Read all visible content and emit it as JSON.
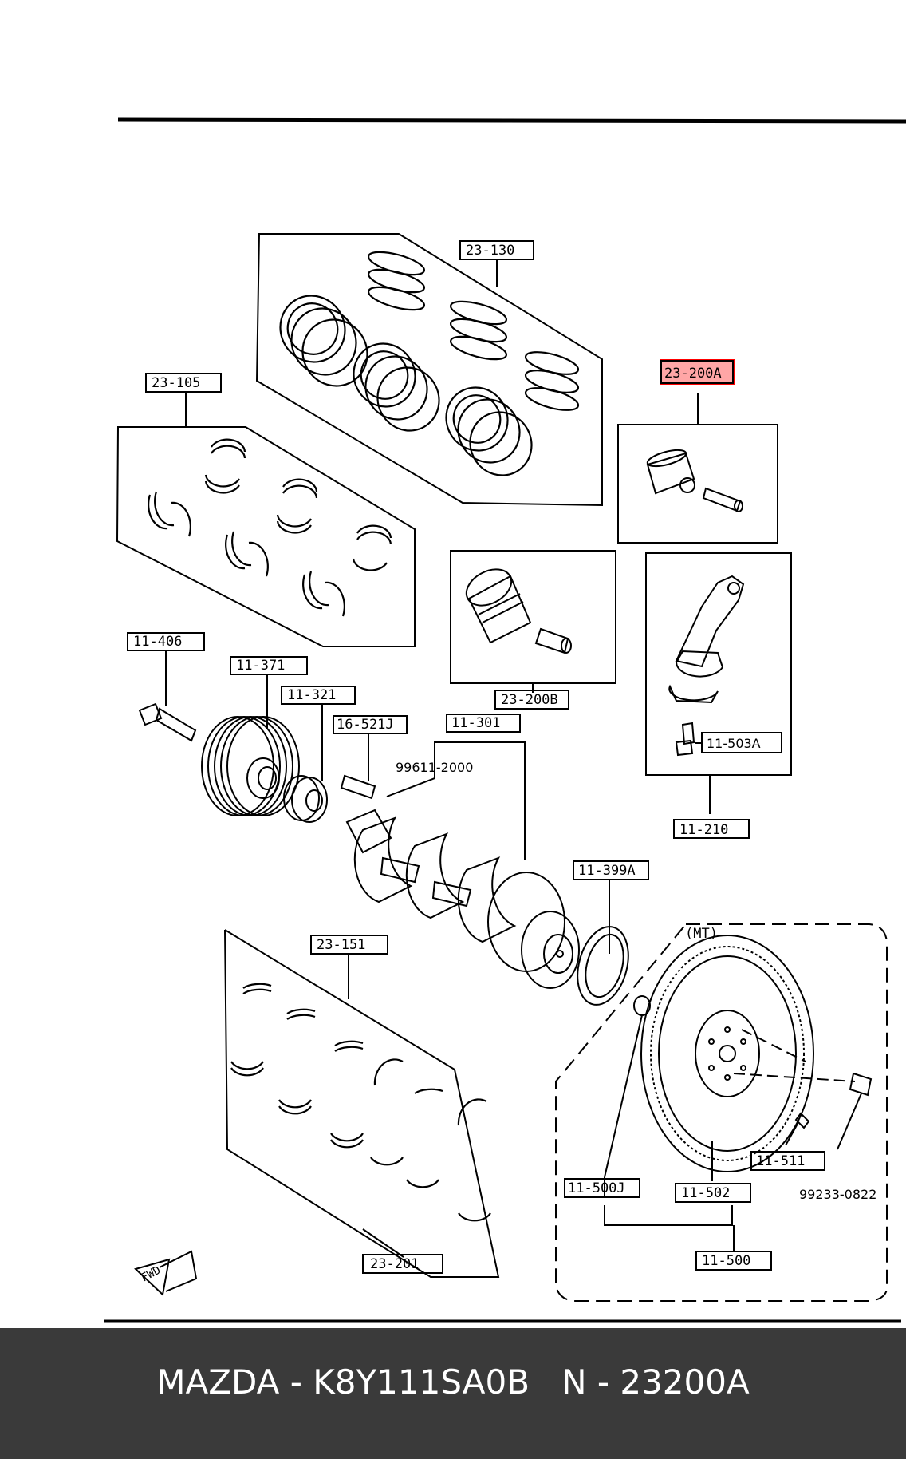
{
  "diagram": {
    "labels": {
      "rings": "23-130",
      "piston_assy": "23-200A",
      "conrod_bearings": "23-105",
      "piston": "23-200B",
      "conrod_assy": "11-210",
      "conrod_bolt": "11-503A",
      "pulley_bolt": "11-406",
      "pulley": "11-371",
      "sprocket": "11-321",
      "key": "16-521J",
      "crankshaft": "11-301",
      "crank_sub_part": "99611-2000",
      "rear_seal": "11-399A",
      "thrust_bearings": "23-151",
      "main_bearings": "23-201",
      "mt_tag": "(MT)",
      "pilot_bearing": "11-500J",
      "flywheel": "11-502",
      "flywheel_bolt": "11-511",
      "dowel_pin": "99233-0822",
      "flywheel_assy": "11-500",
      "fwd": "FWD"
    },
    "highlight_color": "#ff0000"
  },
  "footer": {
    "text": "MAZDA - K8Y111SA0B   N - 23200A",
    "background": "#3a3a3a"
  }
}
